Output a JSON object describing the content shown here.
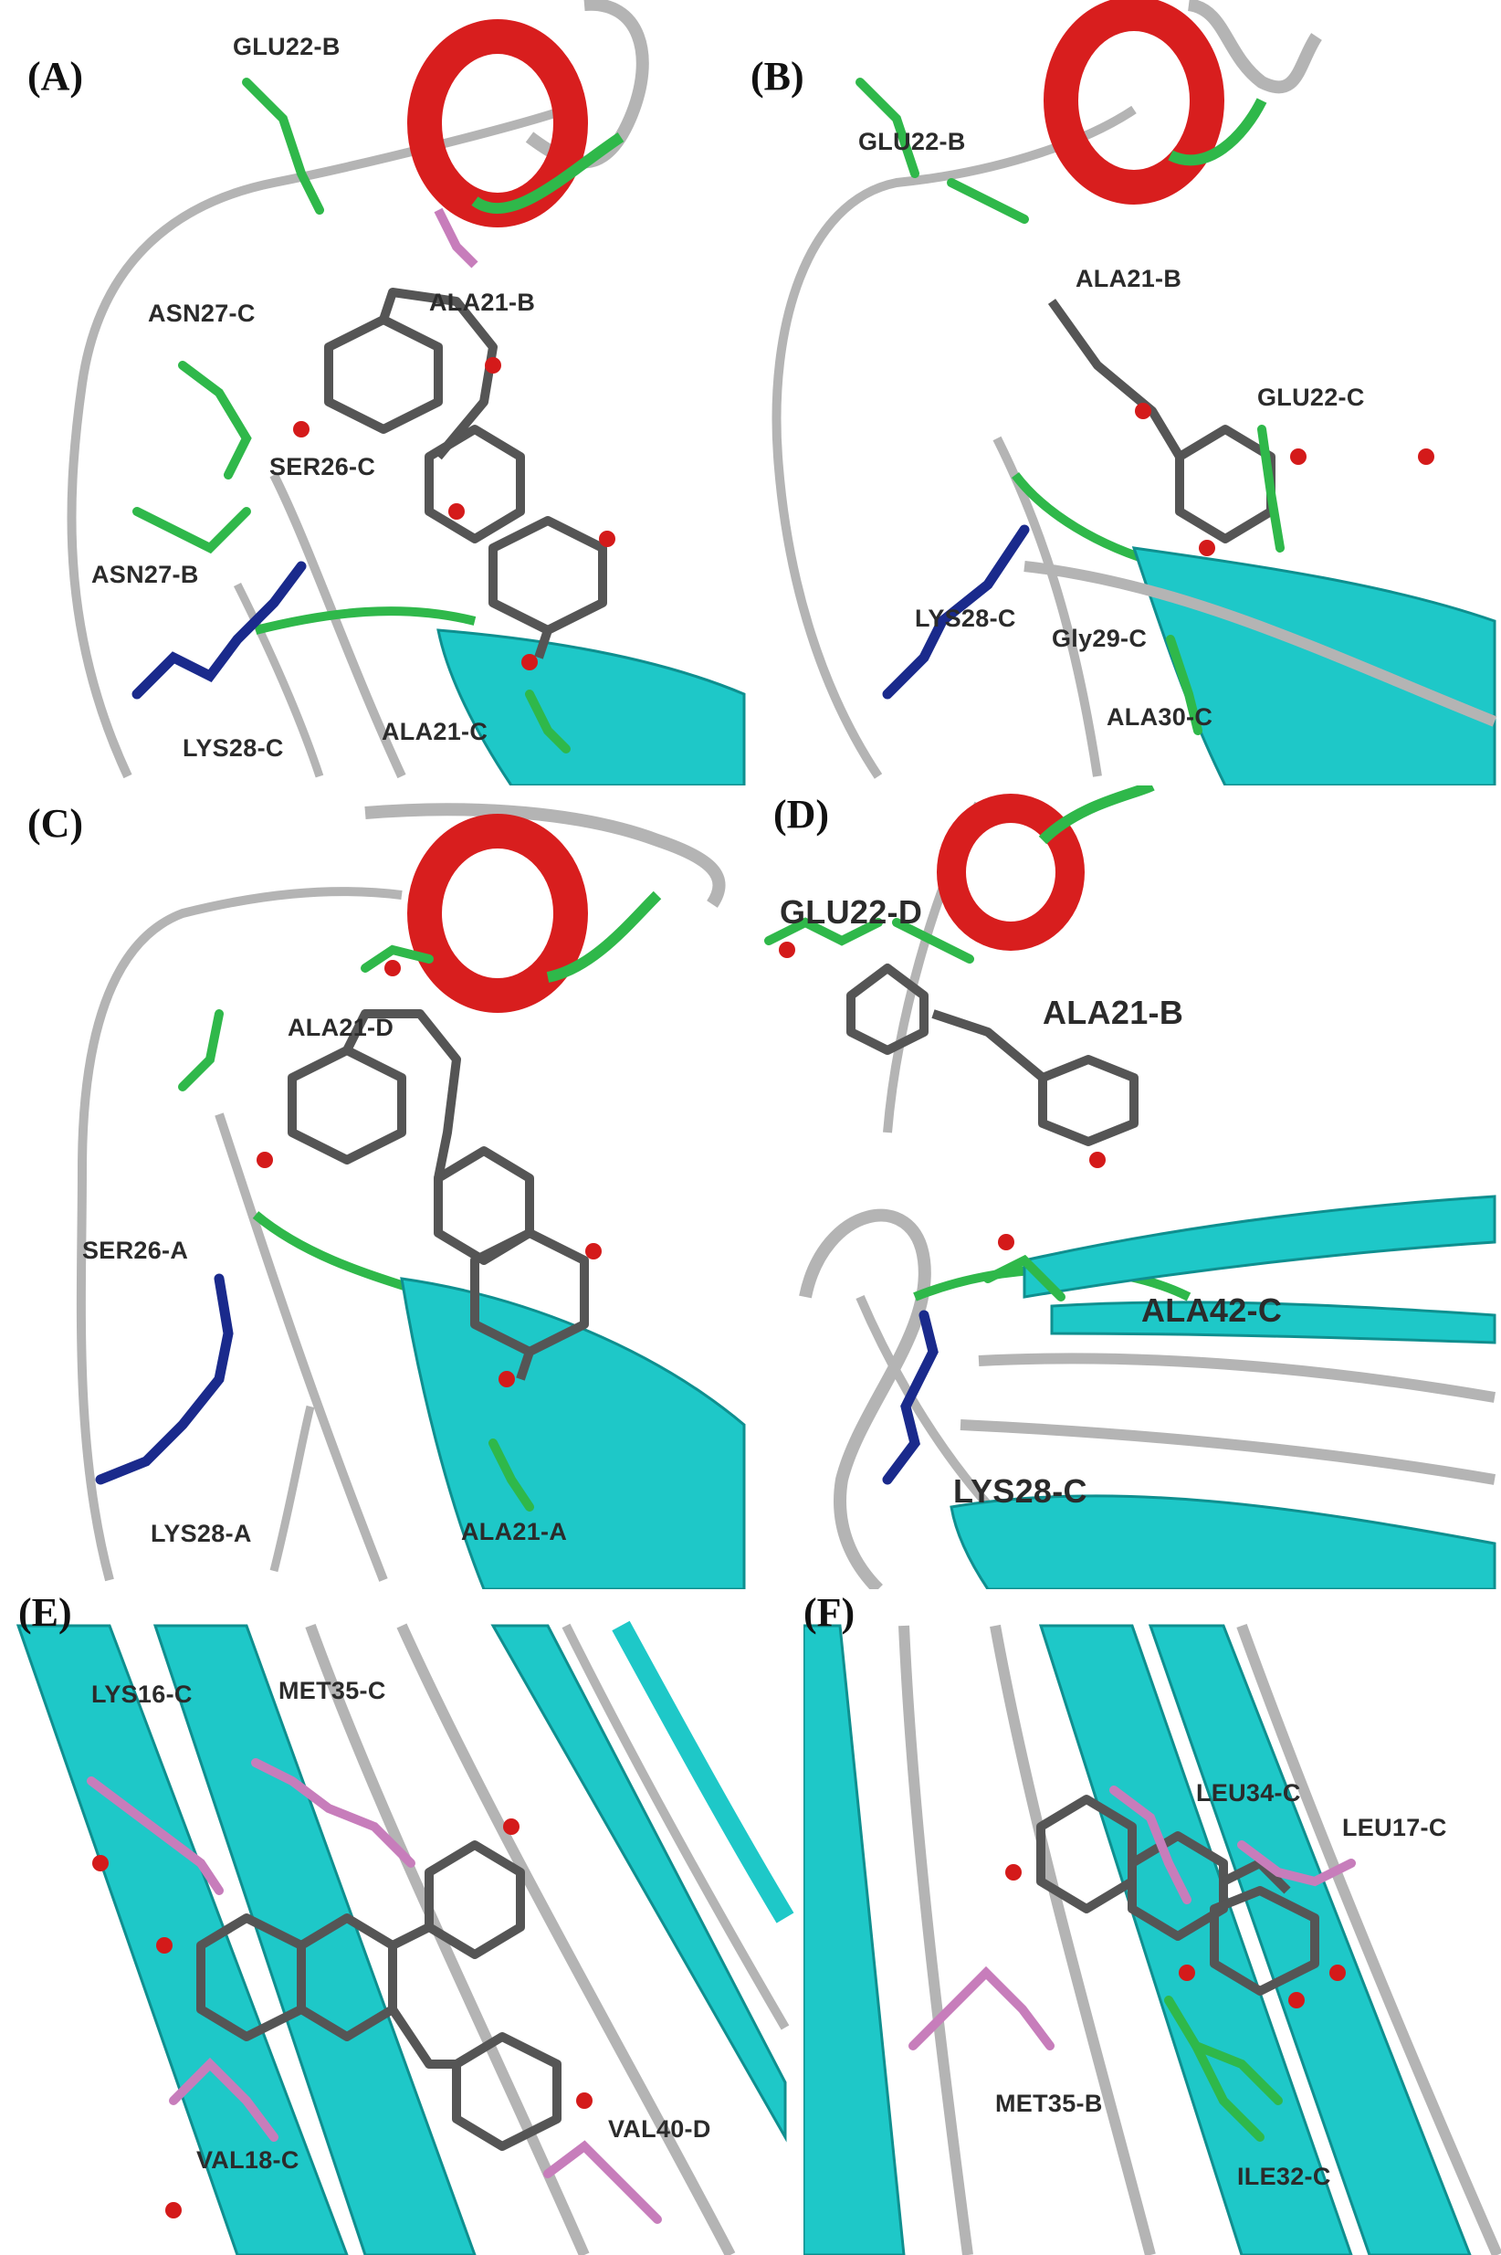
{
  "panels": [
    {
      "label": "(A)",
      "residues": [
        "GLU22-B",
        "ALA21-B",
        "ASN27-C",
        "SER26-C",
        "ASN27-B",
        "LYS28-C",
        "ALA21-C"
      ]
    },
    {
      "label": "(B)",
      "residues": [
        "GLU22-B",
        "ALA21-B",
        "GLU22-C",
        "LYS28-C",
        "Gly29-C",
        "ALA30-C"
      ]
    },
    {
      "label": "(C)",
      "residues": [
        "ALA21-D",
        "SER26-A",
        "LYS28-A",
        "ALA21-A"
      ]
    },
    {
      "label": "(D)",
      "residues": [
        "GLU22-D",
        "ALA21-B",
        "ALA42-C",
        "LYS28-C"
      ]
    },
    {
      "label": "(E)",
      "residues": [
        "LYS16-C",
        "MET35-C",
        "VAL18-C",
        "VAL40-D"
      ]
    },
    {
      "label": "(F)",
      "residues": [
        "LEU34-C",
        "LEU17-C",
        "MET35-B",
        "ILE32-C"
      ]
    }
  ],
  "colors": {
    "helix": "#d81e1e",
    "sheet": "#1ec8c8",
    "coil": "#b4b4b4",
    "carbon_ligand": "#555555",
    "residue_green": "#2fb84a",
    "residue_blue": "#1a2a8c",
    "residue_pink": "#c77dbb",
    "oxygen": "#d41a1a"
  }
}
